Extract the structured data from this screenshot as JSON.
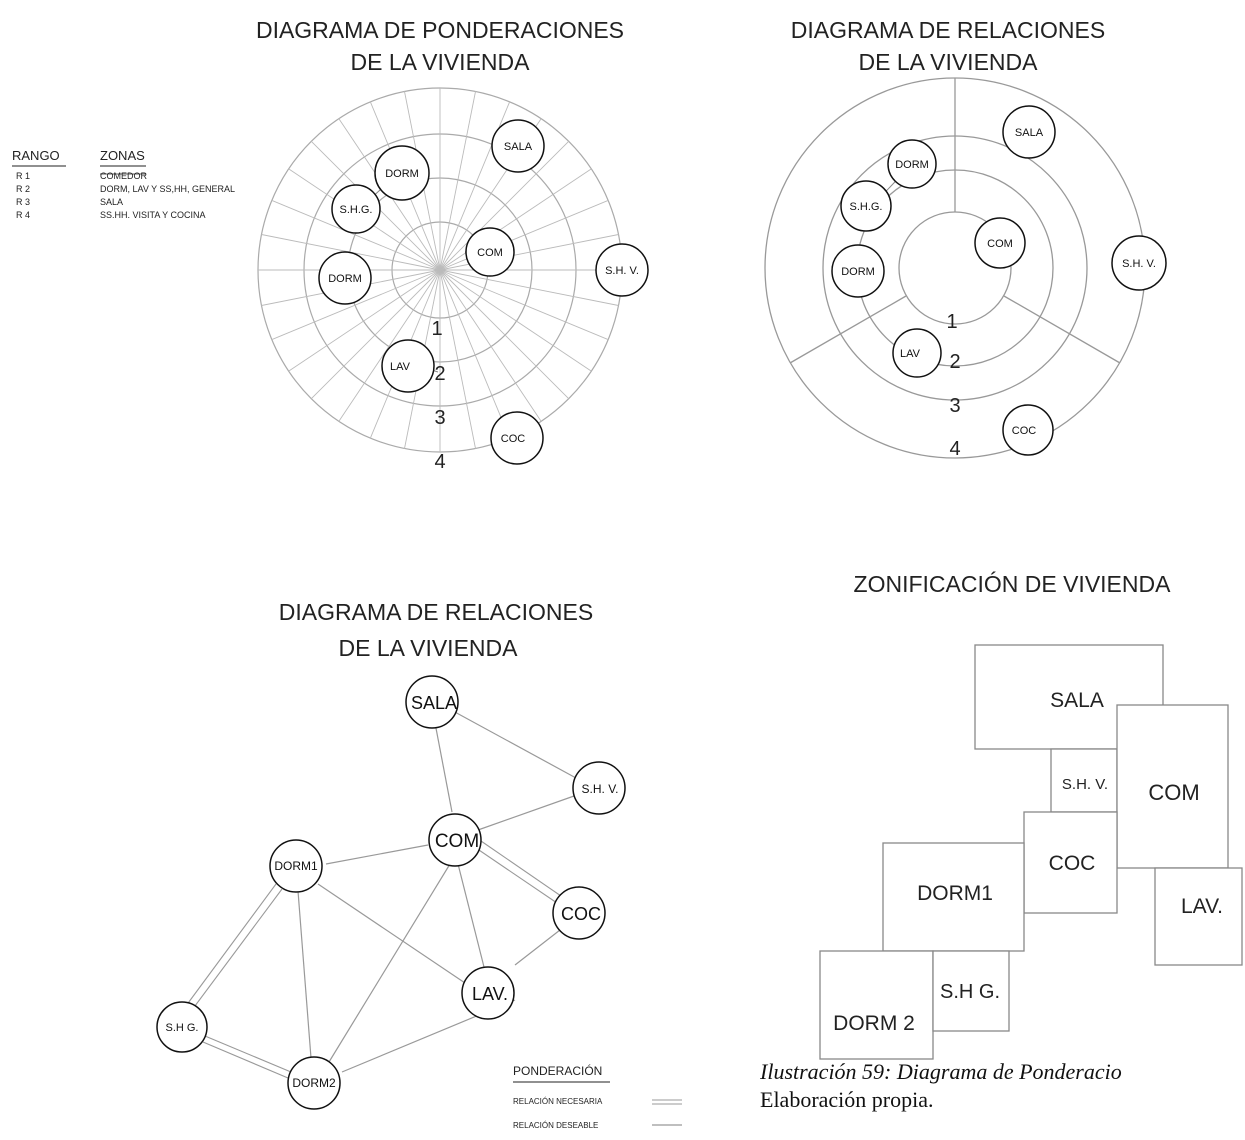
{
  "diagrams": {
    "ponderaciones": {
      "title_line1": "DIAGRAMA DE PONDERACIONES",
      "title_line2": "DE LA VIVIENDA",
      "ring_labels": [
        "1",
        "2",
        "3",
        "4"
      ],
      "nodes": [
        "SALA",
        "DORM",
        "S.H.G.",
        "COM",
        "DORM",
        "S.H. V.",
        "LAV",
        "COC"
      ],
      "legend": {
        "header_rango": "RANGO",
        "header_zonas": "ZONAS",
        "rows": [
          {
            "rango": "R 1",
            "zonas": "COMEDOR"
          },
          {
            "rango": "R 2",
            "zonas": "DORM, LAV Y SS,HH, GENERAL"
          },
          {
            "rango": "R 3",
            "zonas": "SALA"
          },
          {
            "rango": "R 4",
            "zonas": "SS.HH. VISITA Y COCINA"
          }
        ]
      }
    },
    "relaciones_radial": {
      "title_line1": "DIAGRAMA DE RELACIONES",
      "title_line2": "DE LA VIVIENDA",
      "ring_labels": [
        "1",
        "2",
        "3",
        "4"
      ],
      "nodes": [
        "SALA",
        "DORM",
        "S.H.G.",
        "COM",
        "DORM",
        "S.H. V.",
        "LAV",
        "COC"
      ]
    },
    "relaciones_grafo": {
      "title_line1": "DIAGRAMA DE RELACIONES",
      "title_line2": "DE LA VIVIENDA",
      "nodes": [
        "SALA",
        "S.H. V.",
        "COM",
        "DORM1",
        "COC",
        "S.H G.",
        "LAV.",
        "DORM2"
      ],
      "legend": {
        "title": "PONDERACIÓN",
        "necesaria": "RELACIÓN NECESARIA",
        "deseable": "RELACIÓN DESEABLE"
      }
    },
    "zonificacion": {
      "title": "ZONIFICACIÓN DE VIVIENDA",
      "zones": [
        "SALA",
        "S.H. V.",
        "COM",
        "COC",
        "DORM1",
        "LAV.",
        "DORM 2",
        "S.H G."
      ]
    }
  },
  "caption": {
    "title": "Ilustración 59: Diagrama de Ponderacio",
    "source": "Elaboración propia."
  }
}
